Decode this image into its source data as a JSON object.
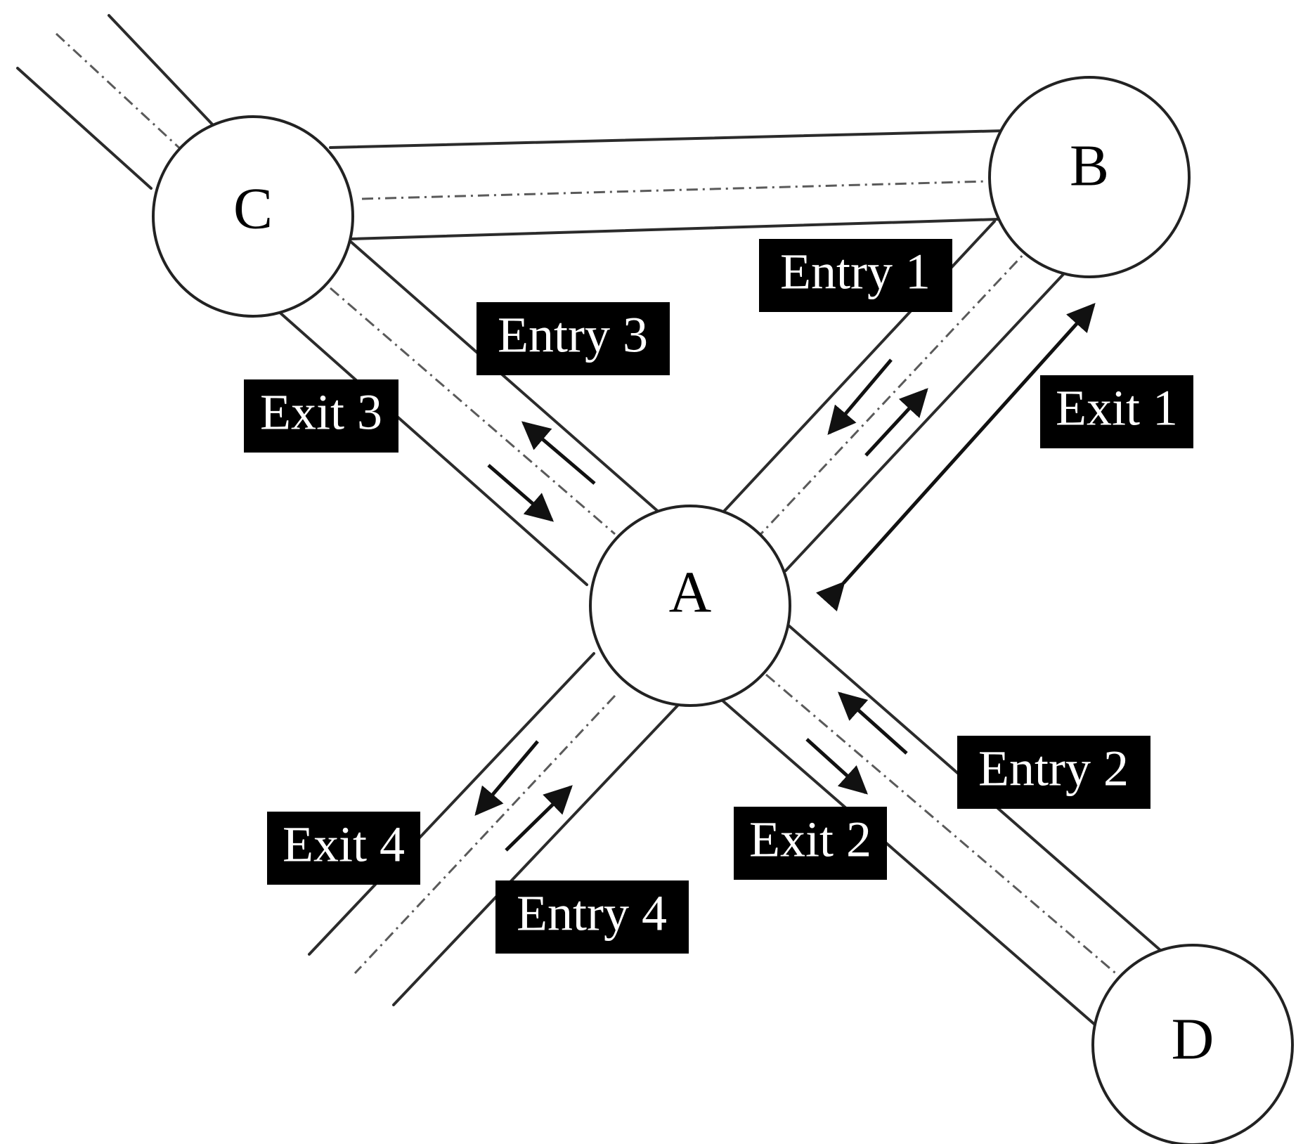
{
  "diagram": {
    "nodes": {
      "A": "A",
      "B": "B",
      "C": "C",
      "D": "D"
    },
    "labels": {
      "entry1": "Entry 1",
      "exit1": "Exit 1",
      "entry2": "Entry 2",
      "exit2": "Exit 2",
      "entry3": "Entry 3",
      "exit3": "Exit 3",
      "entry4": "Entry 4",
      "exit4": "Exit 4"
    }
  }
}
